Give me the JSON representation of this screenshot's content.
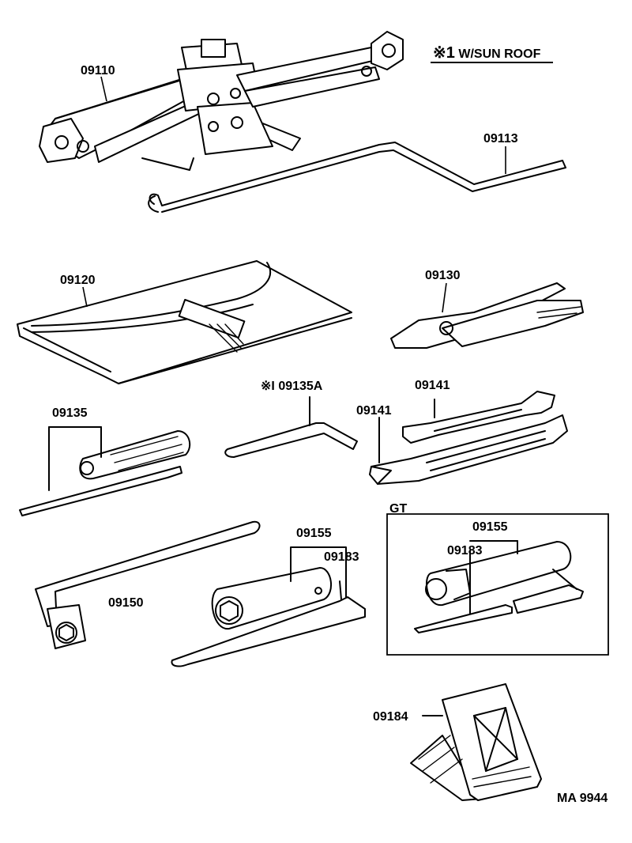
{
  "note": {
    "marker": "※1",
    "text": "W/SUN ROOF"
  },
  "group_label": "GT",
  "parts": {
    "jack": "09110",
    "jack_handle": "09113",
    "tool_bag": "09120",
    "pliers": "09130",
    "screwdriver": "09135",
    "hex_wrench_marker": "※I",
    "hex_wrench": "09135A",
    "wrench_left": "09141",
    "wrench_right": "09141",
    "lug_wrench": "09150",
    "plug_wrench": "09155",
    "bar": "09183",
    "gt_plug_wrench": "09155",
    "gt_bar": "09183",
    "chock": "09184"
  },
  "drawing_code": "MA 9944"
}
